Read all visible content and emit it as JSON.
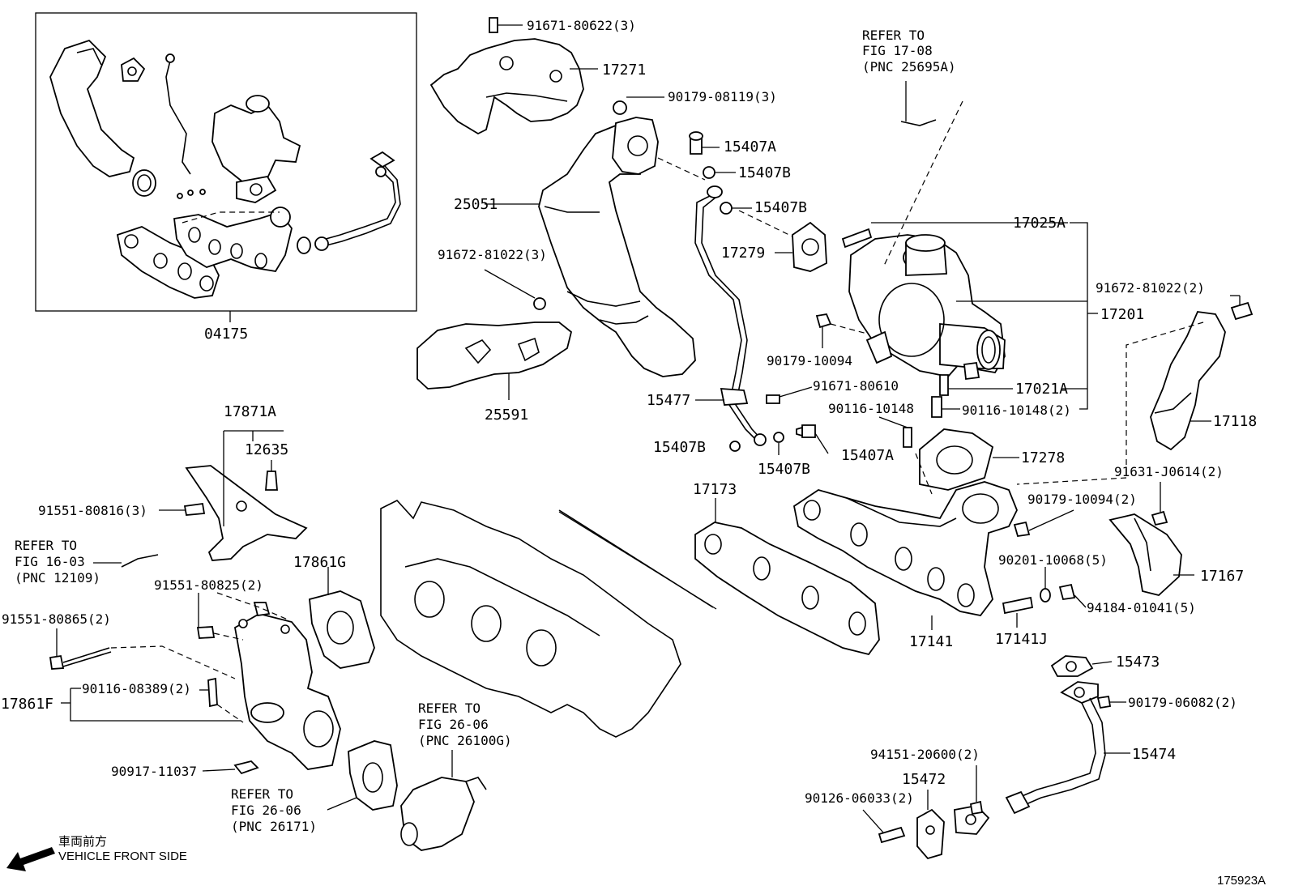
{
  "labels": {
    "p_91671_80622": "91671-80622(3)",
    "p_17271": "17271",
    "p_90179_08119": "90179-08119(3)",
    "p_15407A_a": "15407A",
    "p_15407B_a": "15407B",
    "p_15407B_b": "15407B",
    "p_25051": "25051",
    "p_17279": "17279",
    "p_17025A": "17025A",
    "p_91672_81022_3": "91672-81022(3)",
    "p_91672_81022_2": "91672-81022(2)",
    "p_17201": "17201",
    "p_90179_10094": "90179-10094",
    "p_17021A": "17021A",
    "p_91671_80610": "91671-80610",
    "p_15477": "15477",
    "p_90116_10148": "90116-10148",
    "p_90116_10148_2": "90116-10148(2)",
    "p_17118": "17118",
    "p_25591": "25591",
    "p_04175": "04175",
    "p_17871A": "17871A",
    "p_12635": "12635",
    "p_15407B_c": "15407B",
    "p_15407B_d": "15407B",
    "p_15407A_b": "15407A",
    "p_17278": "17278",
    "p_17173": "17173",
    "p_91631_J0614": "91631-J0614(2)",
    "p_90179_10094_2": "90179-10094(2)",
    "p_91551_80816": "91551-80816(3)",
    "p_17861G": "17861G",
    "p_91551_80825": "91551-80825(2)",
    "p_91551_80865": "91551-80865(2)",
    "p_90201_10068": "90201-10068(5)",
    "p_17167": "17167",
    "p_94184_01041": "94184-01041(5)",
    "p_17141": "17141",
    "p_17141J": "17141J",
    "p_15473": "15473",
    "p_90116_08389": "90116-08389(2)",
    "p_17861F": "17861F",
    "p_90179_06082": "90179-06082(2)",
    "p_15474": "15474",
    "p_94151_20600": "94151-20600(2)",
    "p_15472": "15472",
    "p_90126_06033": "90126-06033(2)",
    "p_90917_11037": "90917-11037"
  },
  "refs": {
    "ref_17_08": [
      "REFER TO",
      "FIG 17-08",
      "(PNC 25695A)"
    ],
    "ref_16_03": [
      "REFER TO",
      "FIG 16-03",
      "(PNC 12109)"
    ],
    "ref_26_06_g": [
      "REFER TO",
      "FIG 26-06",
      "(PNC 26100G)"
    ],
    "ref_26_06": [
      "REFER TO",
      "FIG 26-06",
      "(PNC 26171)"
    ]
  },
  "footer": {
    "jp_caption": "車両前方",
    "en_caption": "VEHICLE FRONT SIDE",
    "figure_id": "175923A"
  },
  "icons": {
    "direction_arrow": "arrow-left-down-icon"
  }
}
